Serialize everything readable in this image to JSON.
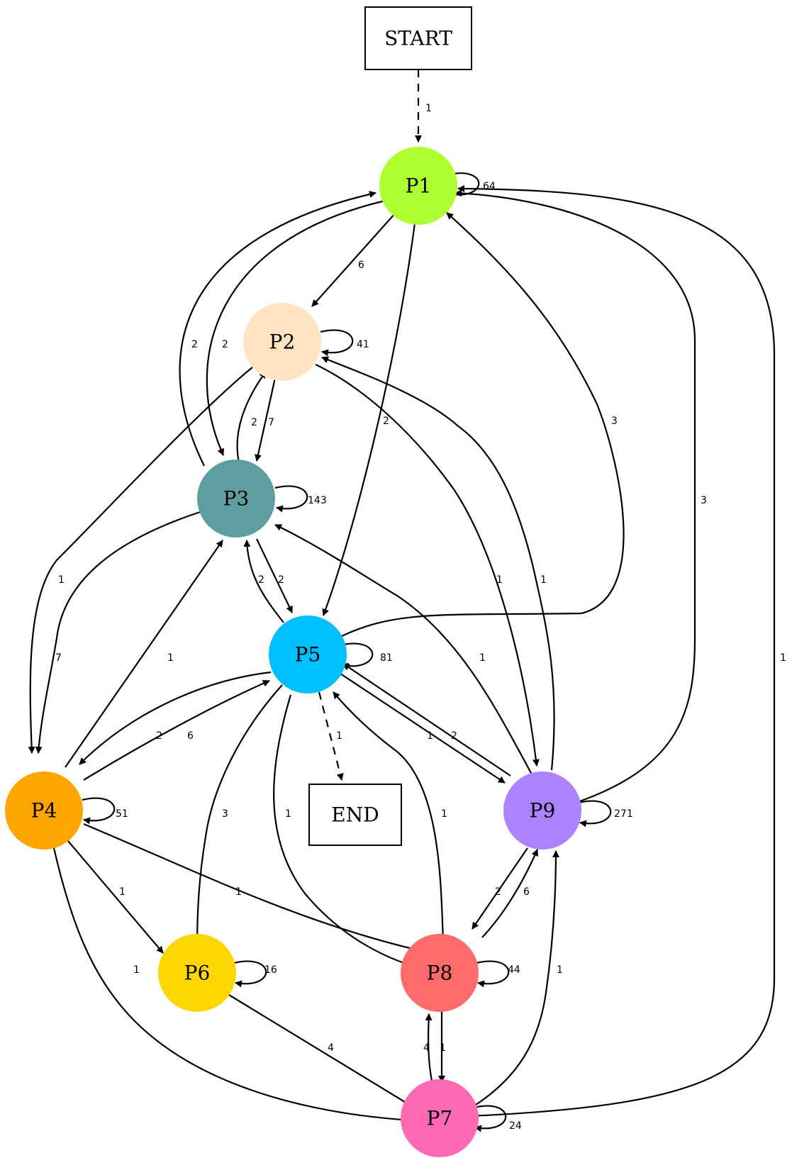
{
  "nodes": {
    "START": {
      "label": "START",
      "shape": "box"
    },
    "END": {
      "label": "END",
      "shape": "box"
    },
    "P1": {
      "label": "P1",
      "color": "#adff2f"
    },
    "P2": {
      "label": "P2",
      "color": "#ffe4c4"
    },
    "P3": {
      "label": "P3",
      "color": "#5f9ea0"
    },
    "P4": {
      "label": "P4",
      "color": "#ffa500"
    },
    "P5": {
      "label": "P5",
      "color": "#00bfff"
    },
    "P6": {
      "label": "P6",
      "color": "#ffd700"
    },
    "P7": {
      "label": "P7",
      "color": "#ff69b4"
    },
    "P8": {
      "label": "P8",
      "color": "#ff6a6a"
    },
    "P9": {
      "label": "P9",
      "color": "#ab82ff"
    }
  },
  "edges": [
    {
      "id": "START-P1",
      "from": "START",
      "to": "P1",
      "label": "1",
      "style": "dashed"
    },
    {
      "id": "P1-P1",
      "from": "P1",
      "to": "P1",
      "label": "64"
    },
    {
      "id": "P1-P2",
      "from": "P1",
      "to": "P2",
      "label": "6"
    },
    {
      "id": "P1-P3",
      "from": "P1",
      "to": "P3",
      "label": "2"
    },
    {
      "id": "P1-P5",
      "from": "P1",
      "to": "P5",
      "label": "2"
    },
    {
      "id": "P3-P1",
      "from": "P3",
      "to": "P1",
      "label": "2"
    },
    {
      "id": "P5-P1",
      "from": "P5",
      "to": "P1",
      "label": "3"
    },
    {
      "id": "P9-P1",
      "from": "P9",
      "to": "P1",
      "label": "3"
    },
    {
      "id": "P7-P1",
      "from": "P7",
      "to": "P1",
      "label": "1"
    },
    {
      "id": "P2-P2",
      "from": "P2",
      "to": "P2",
      "label": "41"
    },
    {
      "id": "P2-P3",
      "from": "P2",
      "to": "P3",
      "label": "7"
    },
    {
      "id": "P3-P2",
      "from": "P3",
      "to": "P2",
      "label": "2"
    },
    {
      "id": "P2-P4",
      "from": "P2",
      "to": "P4",
      "label": "1"
    },
    {
      "id": "P2-P9",
      "from": "P2",
      "to": "P9",
      "label": "1"
    },
    {
      "id": "P9-P2",
      "from": "P9",
      "to": "P2",
      "label": "1"
    },
    {
      "id": "P3-P3",
      "from": "P3",
      "to": "P3",
      "label": "143"
    },
    {
      "id": "P3-P4",
      "from": "P3",
      "to": "P4",
      "label": "7"
    },
    {
      "id": "P3-P5",
      "from": "P3",
      "to": "P5",
      "label": "2"
    },
    {
      "id": "P5-P3",
      "from": "P5",
      "to": "P3",
      "label": "2"
    },
    {
      "id": "P4-P3",
      "from": "P4",
      "to": "P3",
      "label": "1"
    },
    {
      "id": "P9-P3",
      "from": "P9",
      "to": "P3",
      "label": "1"
    },
    {
      "id": "P5-P5",
      "from": "P5",
      "to": "P5",
      "label": "81"
    },
    {
      "id": "P5-P4",
      "from": "P5",
      "to": "P4",
      "label": "2"
    },
    {
      "id": "P4-P5",
      "from": "P4",
      "to": "P5",
      "label": "6"
    },
    {
      "id": "P5-END",
      "from": "P5",
      "to": "END",
      "label": "1",
      "style": "dashed"
    },
    {
      "id": "P5-P9",
      "from": "P5",
      "to": "P9",
      "label": "1"
    },
    {
      "id": "P9-P5",
      "from": "P9",
      "to": "P5",
      "label": "2"
    },
    {
      "id": "P5-P6",
      "from": "P5",
      "to": "P6",
      "label": "3"
    },
    {
      "id": "P5-P8",
      "from": "P5",
      "to": "P8",
      "label": "1"
    },
    {
      "id": "P8-P5",
      "from": "P8",
      "to": "P5",
      "label": "1"
    },
    {
      "id": "P4-P4",
      "from": "P4",
      "to": "P4",
      "label": "51"
    },
    {
      "id": "P4-P6",
      "from": "P4",
      "to": "P6",
      "label": "1"
    },
    {
      "id": "P4-P8",
      "from": "P4",
      "to": "P8",
      "label": "1"
    },
    {
      "id": "P4-P7",
      "from": "P4",
      "to": "P7",
      "label": "1"
    },
    {
      "id": "P9-P9",
      "from": "P9",
      "to": "P9",
      "label": "271"
    },
    {
      "id": "P9-P8",
      "from": "P9",
      "to": "P8",
      "label": "2"
    },
    {
      "id": "P8-P9",
      "from": "P8",
      "to": "P9",
      "label": "6"
    },
    {
      "id": "P7-P9",
      "from": "P7",
      "to": "P9",
      "label": "1"
    },
    {
      "id": "P6-P6",
      "from": "P6",
      "to": "P6",
      "label": "16"
    },
    {
      "id": "P6-P7",
      "from": "P6",
      "to": "P7",
      "label": "4"
    },
    {
      "id": "P8-P8",
      "from": "P8",
      "to": "P8",
      "label": "44"
    },
    {
      "id": "P8-P7",
      "from": "P8",
      "to": "P7",
      "label": "1"
    },
    {
      "id": "P7-P8",
      "from": "P7",
      "to": "P8",
      "label": "4"
    },
    {
      "id": "P7-P7",
      "from": "P7",
      "to": "P7",
      "label": "24"
    }
  ]
}
